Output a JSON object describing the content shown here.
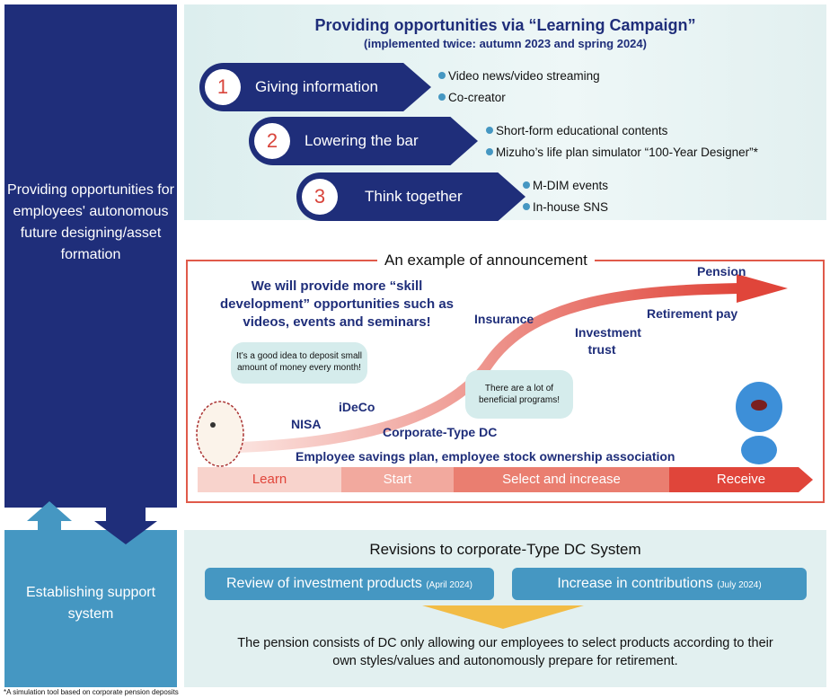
{
  "left": {
    "top_label": "Providing opportunities for employees' autonomous future designing/asset formation",
    "bottom_label": "Establishing support system"
  },
  "campaign": {
    "title": "Providing opportunities via “Learning Campaign”",
    "subtitle": "(implemented twice: autumn 2023 and spring 2024)",
    "steps": [
      {
        "number": "1",
        "label": "Giving information",
        "items": [
          "Video news/video streaming",
          "Co-creator"
        ]
      },
      {
        "number": "2",
        "label": "Lowering the bar",
        "items": [
          "Short-form educational contents",
          "Mizuho’s life plan simulator “100-Year Designer”*"
        ]
      },
      {
        "number": "3",
        "label": "Think together",
        "items": [
          "M-DIM events",
          "In-house SNS"
        ]
      }
    ]
  },
  "announcement": {
    "title": "An example of announcement",
    "headline": "We will provide more “skill development” opportunities such as videos, events and seminars!",
    "bubble_left": "It’s a good idea to deposit small amount of money every month!",
    "bubble_right": "There are a lot of beneficial programs!",
    "labels": {
      "pension": "Pension",
      "retirement": "Retirement pay",
      "insurance": "Insurance",
      "investment": "Investment trust",
      "ideco": "iDeCo",
      "nisa": "NISA",
      "corporate_dc": "Corporate-Type DC",
      "savings": "Employee savings plan, employee stock ownership association"
    },
    "stages": [
      "Learn",
      "Start",
      "Select and increase",
      "Receive"
    ]
  },
  "revisions": {
    "title": "Revisions to corporate-Type DC System",
    "items": [
      {
        "label": "Review of investment products",
        "date": "(April 2024)"
      },
      {
        "label": "Increase in contributions",
        "date": "(July 2024)"
      }
    ],
    "conclusion": "The pension consists of DC only allowing our employees to select products according to their own styles/values and autonomously prepare for retirement."
  },
  "footnote": "*A simulation tool based on corporate pension deposits",
  "colors": {
    "navy": "#1f2e7a",
    "light_blue": "#4597c2",
    "red": "#e05a4a",
    "yellow": "#f2bc45"
  }
}
